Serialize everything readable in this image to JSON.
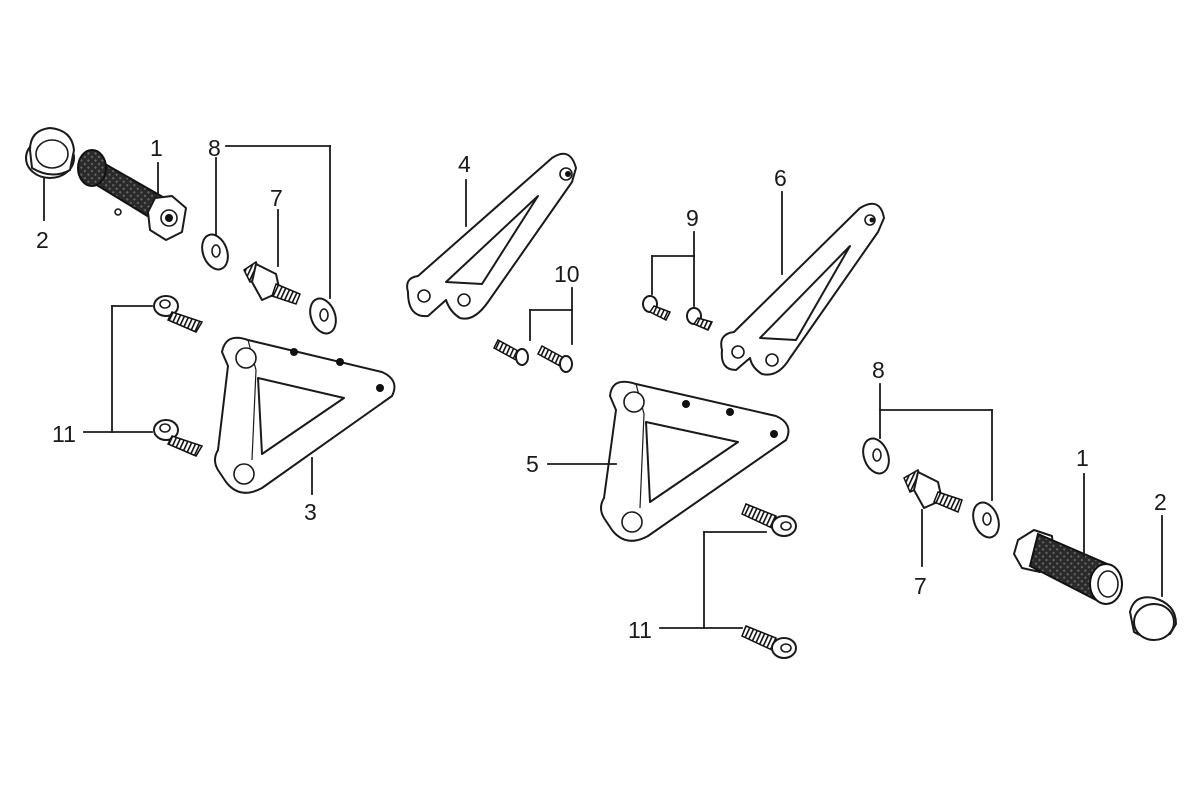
{
  "callouts": {
    "c1a": "1",
    "c2a": "2",
    "c8a": "8",
    "c7a": "7",
    "c11a": "11",
    "c3": "3",
    "c4": "4",
    "c10": "10",
    "c9": "9",
    "c6": "6",
    "c5": "5",
    "c8b": "8",
    "c1b": "1",
    "c2b": "2",
    "c7b": "7",
    "c11b": "11"
  },
  "colors": {
    "line": "#1a1a1a",
    "background": "#ffffff",
    "knurl": "#222222"
  }
}
